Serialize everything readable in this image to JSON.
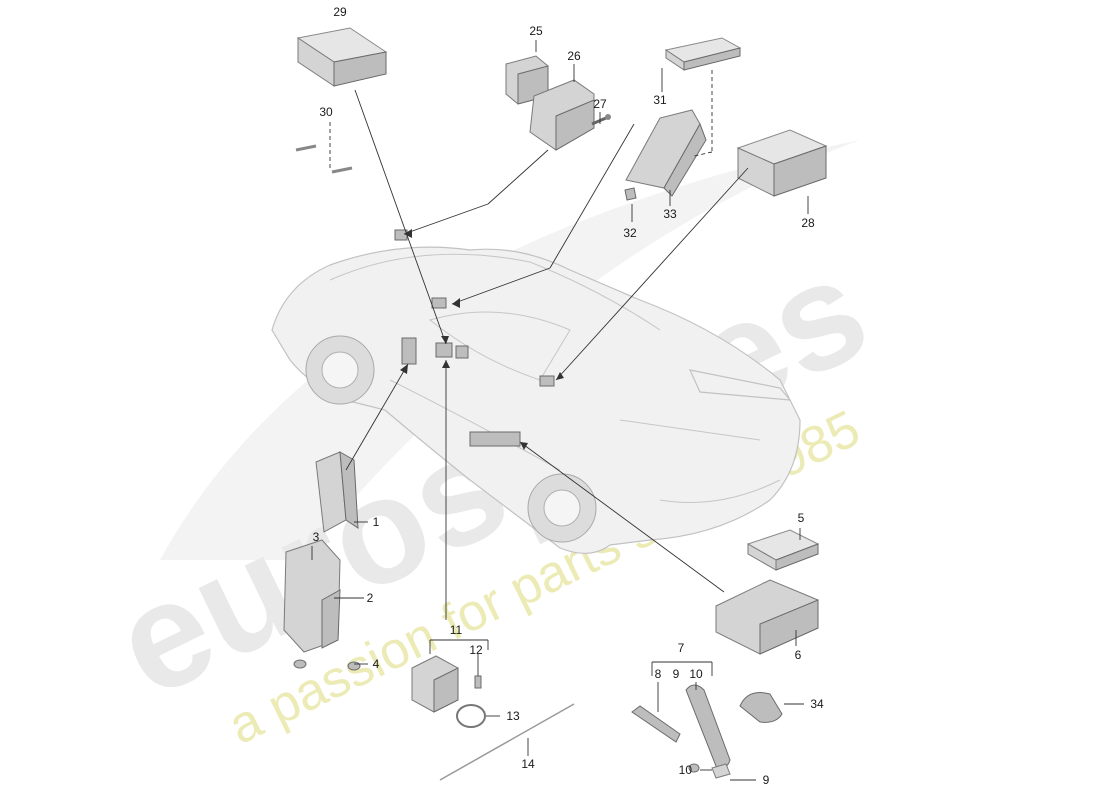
{
  "watermark": {
    "brand": "eurospares",
    "tagline": "a passion for parts since 1985",
    "brand_color": "#e4e4e4",
    "tagline_color": "#e6e3a0"
  },
  "callouts": {
    "n1": "1",
    "n2": "2",
    "n3": "3",
    "n4": "4",
    "n5": "5",
    "n6": "6",
    "n7": "7",
    "n8": "8",
    "n9a": "9",
    "n9b": "9",
    "n10a": "10",
    "n10b": "10",
    "n11": "11",
    "n12": "12",
    "n13": "13",
    "n14": "14",
    "n25": "25",
    "n26": "26",
    "n27": "27",
    "n28": "28",
    "n29": "29",
    "n30": "30",
    "n31": "31",
    "n32": "32",
    "n33": "33",
    "n34": "34"
  }
}
